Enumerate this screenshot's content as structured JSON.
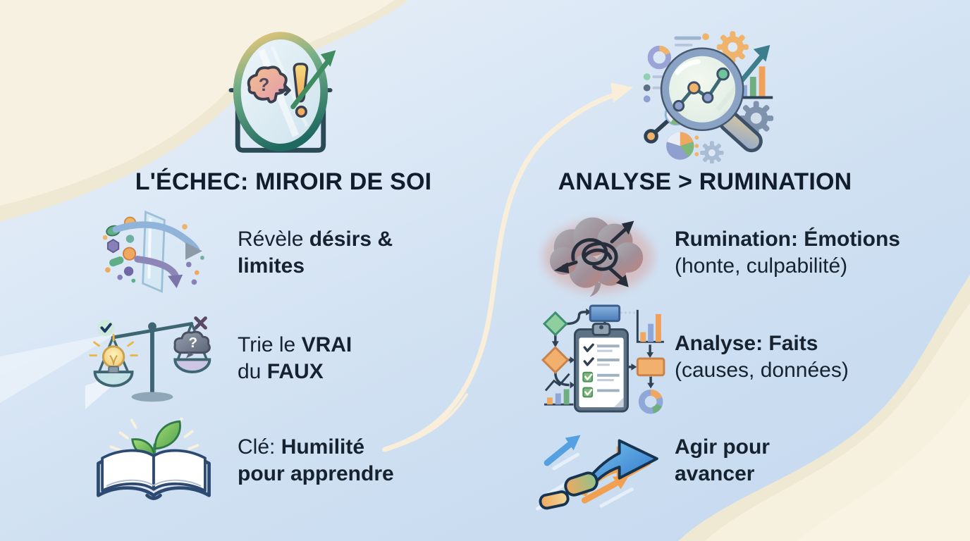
{
  "left": {
    "header_icon": "mirror-reflection-icon",
    "title": "L'ÉCHEC: MIROIR DE SOI",
    "items": [
      {
        "icon": "filter-arrows-icon",
        "lines": [
          [
            {
              "text": "Révèle ",
              "bold": false
            },
            {
              "text": "désirs &",
              "bold": true
            }
          ],
          [
            {
              "text": "limites",
              "bold": true
            }
          ]
        ]
      },
      {
        "icon": "truth-scale-icon",
        "lines": [
          [
            {
              "text": "Trie le ",
              "bold": false
            },
            {
              "text": "VRAI",
              "bold": true
            }
          ],
          [
            {
              "text": "du ",
              "bold": false
            },
            {
              "text": "FAUX",
              "bold": true
            }
          ]
        ]
      },
      {
        "icon": "book-sprout-icon",
        "lines": [
          [
            {
              "text": "Clé: ",
              "bold": false
            },
            {
              "text": "Humilité",
              "bold": true
            }
          ],
          [
            {
              "text": "pour apprendre",
              "bold": true
            }
          ]
        ]
      }
    ]
  },
  "right": {
    "header_icon": "analysis-magnifier-icon",
    "title": "ANALYSE > RUMINATION",
    "items": [
      {
        "icon": "tangled-thoughts-cloud-icon",
        "lines": [
          [
            {
              "text": "Rumination: Émotions",
              "bold": true
            }
          ],
          [
            {
              "text": "(honte, culpabilité)",
              "bold": false
            }
          ]
        ]
      },
      {
        "icon": "analysis-flowchart-icon",
        "lines": [
          [
            {
              "text": "Analyse: Faits",
              "bold": true
            }
          ],
          [
            {
              "text": "(causes, données)",
              "bold": false
            }
          ]
        ]
      },
      {
        "icon": "forward-arrows-icon",
        "lines": [
          [
            {
              "text": "Agir pour",
              "bold": true
            }
          ],
          [
            {
              "text": "avancer",
              "bold": true
            }
          ]
        ]
      }
    ]
  },
  "connector": {
    "name": "curved-arrow-from-humility-to-analysis",
    "color": "#f8eeda"
  },
  "colors": {
    "background_blue": "#cfe0f2",
    "background_cream": "#f5efdd",
    "text_dark": "#13202e"
  }
}
